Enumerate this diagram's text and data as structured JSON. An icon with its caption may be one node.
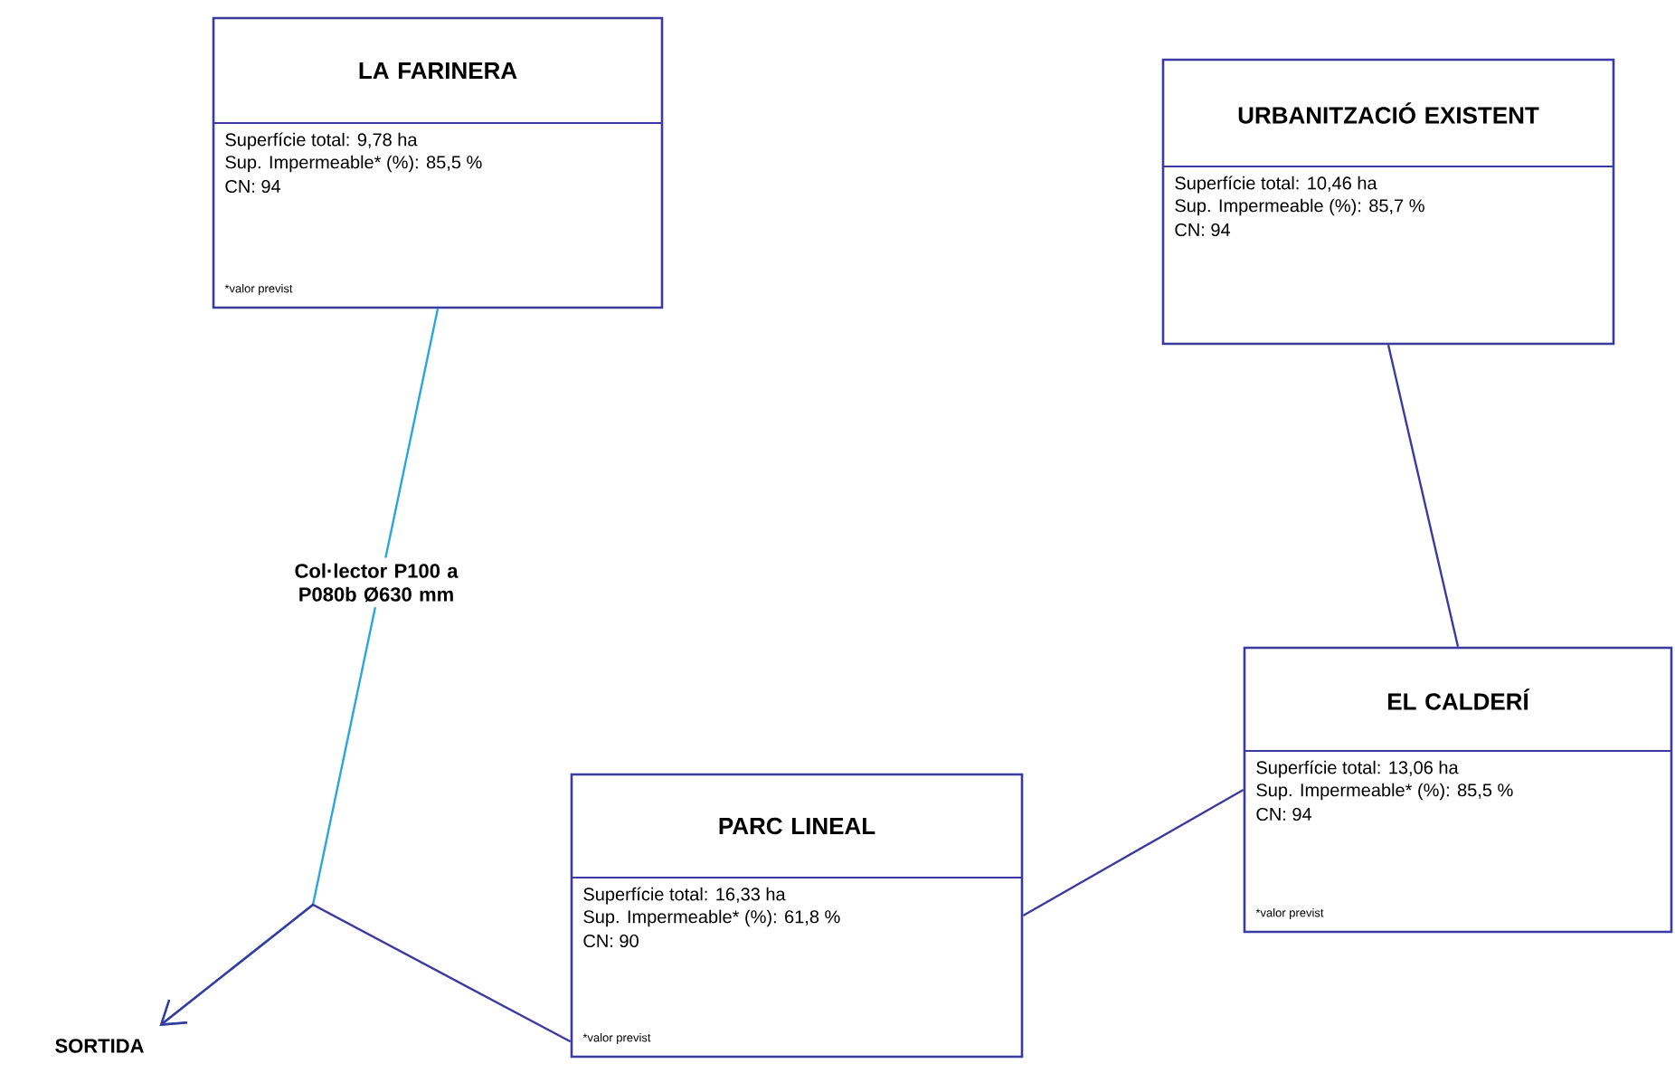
{
  "diagram": {
    "nodes": [
      {
        "text": [
          "LA FARINERA",
          "Superfície total: 9,78 ha",
          "Sup. Impermeable* (%): 85,5 %",
          "CN: 94",
          "*valor previst"
        ]
      },
      {
        "text": [
          "URBANITZACIÓ EXISTENT",
          "Superfície total: 10,46 ha",
          "Sup. Impermeable (%): 85,7 %",
          "CN: 94"
        ]
      },
      {
        "text": [
          "EL CALDERÍ",
          "Superfície total: 13,06 ha",
          "Sup. Impermeable* (%): 85,5 %",
          "CN: 94",
          "*valor previst"
        ]
      },
      {
        "text": [
          "PARC LINEAL",
          "Superfície total: 16,33 ha",
          "Sup. Impermeable* (%): 61,8 %",
          "CN: 90",
          "*valor previst"
        ]
      },
      {
        "text": [
          "SORTIDA"
        ]
      }
    ],
    "edges": [
      {
        "from": 0,
        "to": 4,
        "arrow": "to",
        "label": "Col·lector P100 a P080b Ø630 mm",
        "color": "#2ba6d9"
      },
      {
        "from": 1,
        "to": 2,
        "arrow": "none"
      },
      {
        "from": 2,
        "to": 3,
        "arrow": "none"
      },
      {
        "from": 3,
        "to": 4,
        "arrow": "to"
      }
    ]
  }
}
